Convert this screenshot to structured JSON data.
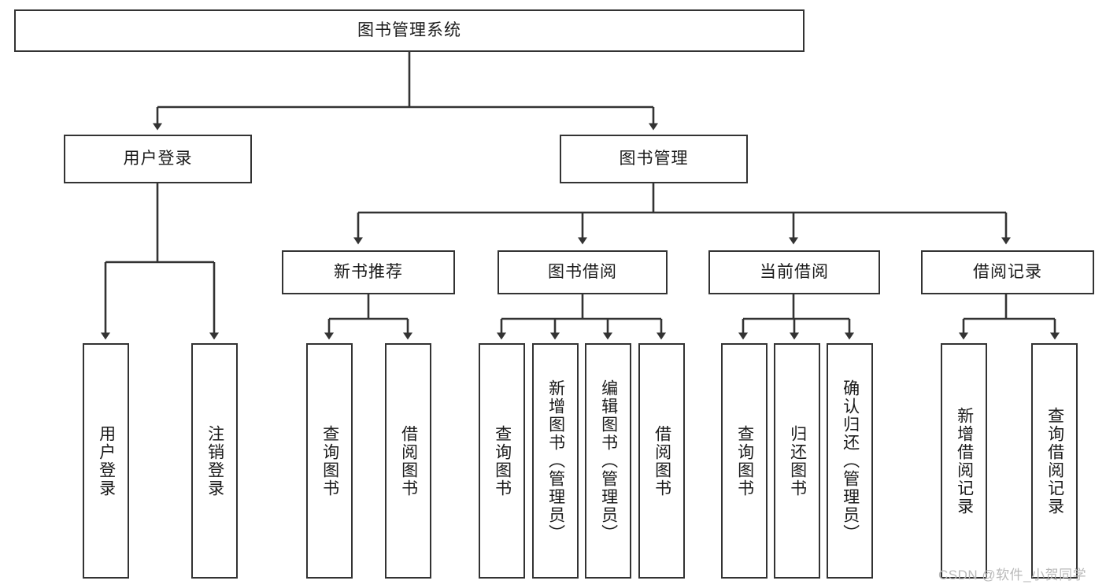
{
  "diagram": {
    "title": "图书管理系统",
    "type": "hierarchy-tree",
    "watermark": "CSDN @软件_小贺同学",
    "colors": {
      "box_border": "#333333",
      "box_fill": "#ffffff",
      "connector": "#333333",
      "text": "#1a1a1a",
      "watermark": "#b9b9b9"
    },
    "nodes": {
      "root": {
        "label": "图书管理系统"
      },
      "level2": [
        {
          "id": "user-login",
          "label": "用户登录"
        },
        {
          "id": "book-manage",
          "label": "图书管理"
        }
      ],
      "level3": [
        {
          "id": "new-book-recommend",
          "label": "新书推荐"
        },
        {
          "id": "book-borrow",
          "label": "图书借阅"
        },
        {
          "id": "current-borrow",
          "label": "当前借阅"
        },
        {
          "id": "borrow-record",
          "label": "借阅记录"
        }
      ],
      "leaves": {
        "user-login": [
          {
            "id": "leaf-user-login",
            "label": "用户登录"
          },
          {
            "id": "leaf-logout",
            "label": "注销登录"
          }
        ],
        "new-book-recommend": [
          {
            "id": "leaf-query-book-1",
            "label": "查询图书"
          },
          {
            "id": "leaf-borrow-book-1",
            "label": "借阅图书"
          }
        ],
        "book-borrow": [
          {
            "id": "leaf-query-book-2",
            "label": "查询图书"
          },
          {
            "id": "leaf-add-book",
            "label": "新增图书（管理员）"
          },
          {
            "id": "leaf-edit-book",
            "label": "编辑图书（管理员）"
          },
          {
            "id": "leaf-borrow-book-2",
            "label": "借阅图书"
          }
        ],
        "current-borrow": [
          {
            "id": "leaf-query-book-3",
            "label": "查询图书"
          },
          {
            "id": "leaf-return-book",
            "label": "归还图书"
          },
          {
            "id": "leaf-confirm-return",
            "label": "确认归还（管理员）"
          }
        ],
        "borrow-record": [
          {
            "id": "leaf-add-record",
            "label": "新增借阅记录"
          },
          {
            "id": "leaf-query-record",
            "label": "查询借阅记录"
          }
        ]
      }
    }
  }
}
